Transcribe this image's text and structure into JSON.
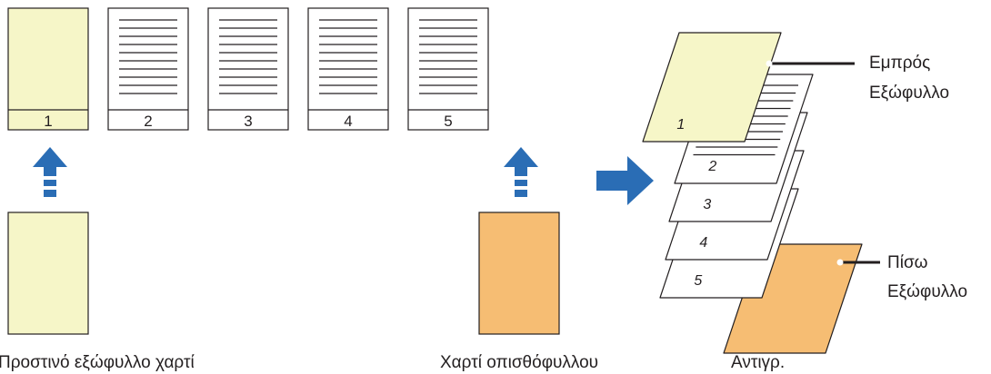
{
  "colors": {
    "front_cover": "#f6f6c8",
    "back_cover": "#f6bd73",
    "arrow": "#2a6db5",
    "stroke": "#231f20",
    "page": "#ffffff"
  },
  "originals": [
    {
      "number": "1",
      "kind": "front-cover"
    },
    {
      "number": "2",
      "kind": "text"
    },
    {
      "number": "3",
      "kind": "text"
    },
    {
      "number": "4",
      "kind": "text"
    },
    {
      "number": "5",
      "kind": "text"
    }
  ],
  "stack_pages": [
    "1",
    "2",
    "3",
    "4",
    "5"
  ],
  "labels": {
    "front_cover_paper": "Προστινό εξώφυλλο χαρτί",
    "back_cover_paper": "Χαρτί οπισθόφυλλου",
    "copies": "Αντιγρ.",
    "front_cover_line1": "Εμπρός",
    "front_cover_line2": "Εξώφυλλο",
    "back_cover_line1": "Πίσω",
    "back_cover_line2": "Εξώφυλλο"
  }
}
